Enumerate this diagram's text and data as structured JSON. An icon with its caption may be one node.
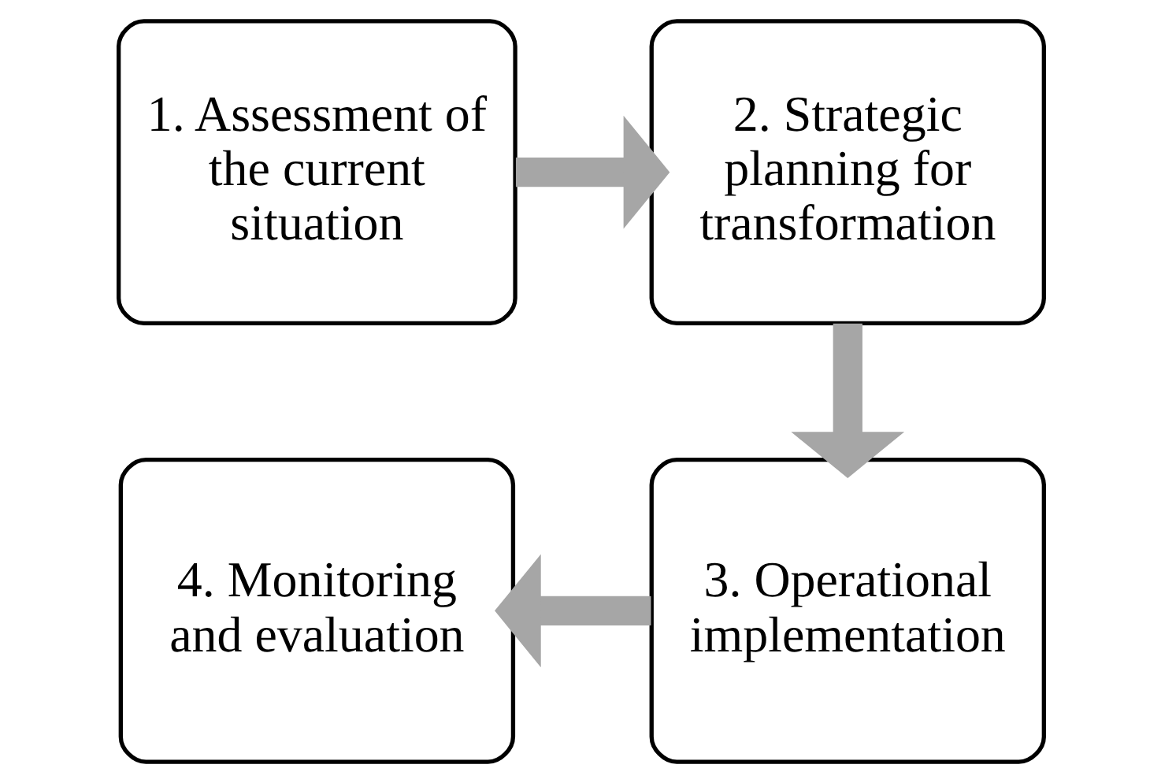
{
  "diagram": {
    "nodes": [
      {
        "text": [
          "1. Assessment of the current situation"
        ]
      },
      {
        "text": [
          "2. Strategic planning for transformation"
        ]
      },
      {
        "text": [
          "3. Operational implementation"
        ]
      },
      {
        "text": [
          "4. Monitoring and evaluation"
        ]
      }
    ],
    "edges": [
      {
        "from": 0,
        "to": 1,
        "arrow": "to"
      },
      {
        "from": 1,
        "to": 2,
        "arrow": "to"
      },
      {
        "from": 2,
        "to": 3,
        "arrow": "to"
      }
    ]
  }
}
